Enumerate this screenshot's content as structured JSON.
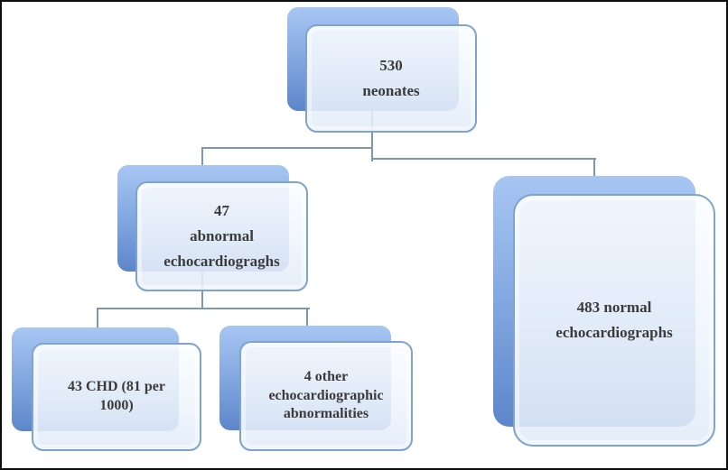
{
  "diagram": {
    "type": "flowchart",
    "nodes": [
      {
        "id": "neonates",
        "label": "530\nneonates",
        "value": 530
      },
      {
        "id": "abnormal-echos",
        "label": "47\nabnormal\nechocardiograghs",
        "value": 47
      },
      {
        "id": "chd",
        "label": "43 CHD (81 per\n1000)",
        "value": 43,
        "rate_per_1000": 81
      },
      {
        "id": "other-abnormalities",
        "label": "4 other\nechocardiographic\nabnormalities",
        "value": 4
      },
      {
        "id": "normal-echos",
        "label": "483 normal\nechocardiographs",
        "value": 483
      }
    ],
    "edges": [
      {
        "from": "neonates",
        "to": "abnormal-echos"
      },
      {
        "from": "neonates",
        "to": "normal-echos"
      },
      {
        "from": "abnormal-echos",
        "to": "chd"
      },
      {
        "from": "abnormal-echos",
        "to": "other-abnormalities"
      }
    ],
    "colors": {
      "shadow_gradient_top": "#A8C6F3",
      "shadow_gradient_bottom": "#5D86CA",
      "box_border": "#7FA3CF",
      "box_fill_top": "#FBFDFF",
      "box_fill_bottom": "#E1EBF9",
      "connector": "#7D96B2",
      "text": "#3B3B3B",
      "frame_border": "#0D0D0D",
      "background": "#FFFFFF"
    }
  }
}
